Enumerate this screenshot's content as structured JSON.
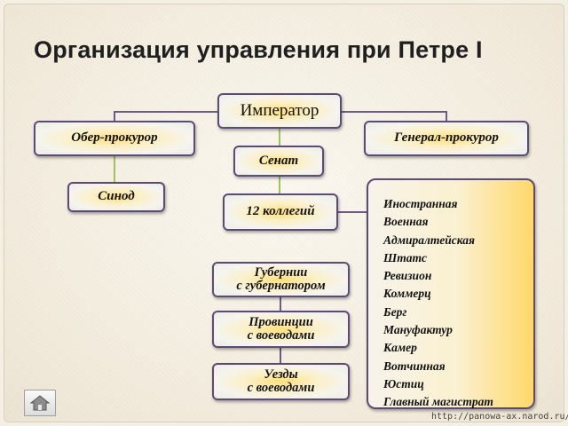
{
  "title": "Организация управления при Петре I",
  "nodes": {
    "emperor": "Император",
    "ober_prokuror": "Обер-прокурор",
    "general_prokuror": "Генерал-прокурор",
    "senat": "Сенат",
    "sinod": "Синод",
    "colleges": "12 коллегий",
    "gubernii": [
      "Губернии",
      "с губернатором"
    ],
    "provintsii": [
      "Провинции",
      "с воеводами"
    ],
    "uezdy": [
      "Уезды",
      "с воеводами"
    ]
  },
  "collegia_list": [
    "Иностранная",
    "Военная",
    "Адмиралтейская",
    "Штатс",
    "Ревизион",
    "Коммерц",
    "Берг",
    "Мануфактур",
    "Камер",
    "Вотчинная",
    "Юстиц",
    "Главный магистрат"
  ],
  "navigation": {
    "home_icon": "home-icon"
  },
  "source_url": "http://panowa-ax.narod.ru/",
  "colors": {
    "box_border": "#5c4a78",
    "highlight": "#ffe07a",
    "link_purple": "#6b5a8a",
    "link_green": "#9fc25a"
  }
}
